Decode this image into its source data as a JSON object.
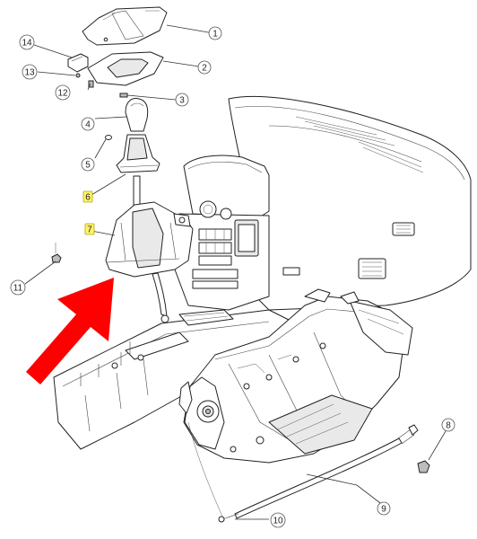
{
  "callouts": [
    {
      "id": "c1",
      "label": "1",
      "highlight": false
    },
    {
      "id": "c2",
      "label": "2",
      "highlight": false
    },
    {
      "id": "c3",
      "label": "3",
      "highlight": false
    },
    {
      "id": "c4",
      "label": "4",
      "highlight": false
    },
    {
      "id": "c5",
      "label": "5",
      "highlight": false
    },
    {
      "id": "c6",
      "label": "6",
      "highlight": true
    },
    {
      "id": "c7",
      "label": "7",
      "highlight": true
    },
    {
      "id": "c8",
      "label": "8",
      "highlight": false
    },
    {
      "id": "c9",
      "label": "9",
      "highlight": false
    },
    {
      "id": "c10",
      "label": "10",
      "highlight": false
    },
    {
      "id": "c11",
      "label": "11",
      "highlight": false
    },
    {
      "id": "c12",
      "label": "12",
      "highlight": false
    },
    {
      "id": "c13",
      "label": "13",
      "highlight": false
    },
    {
      "id": "c14",
      "label": "14",
      "highlight": false
    }
  ],
  "colors": {
    "arrow": "#ff0000",
    "highlight": "#fff36a",
    "line": "#222222"
  },
  "icons": {
    "pointer": "red-arrow-icon"
  }
}
